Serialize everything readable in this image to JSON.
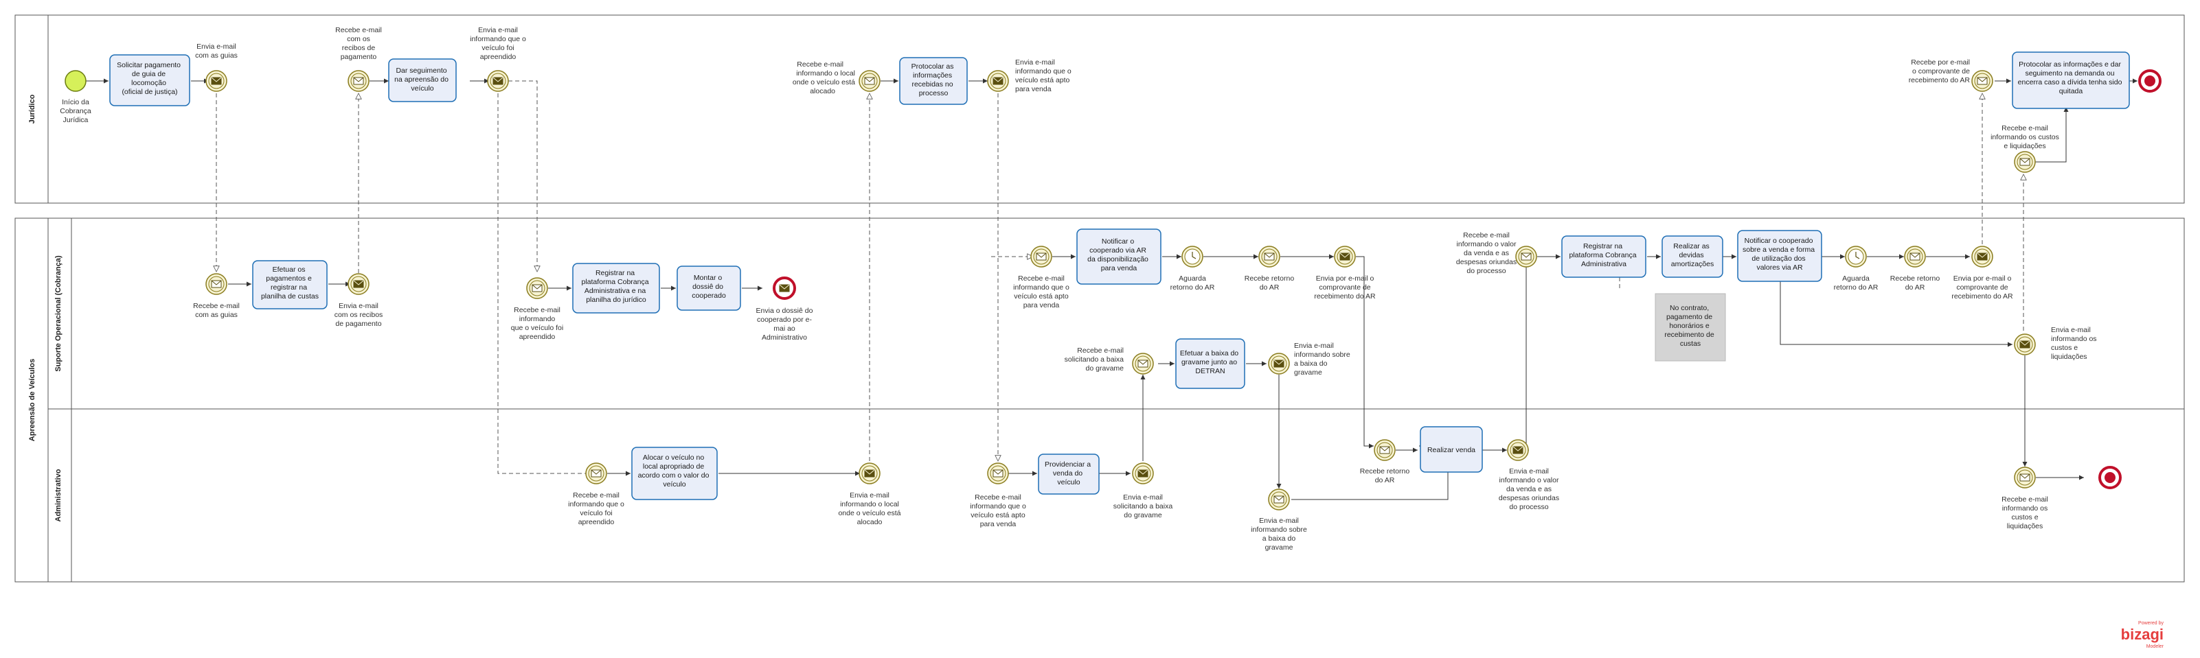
{
  "pool_juridico": {
    "title": "Jurídico"
  },
  "pool_apreensao": {
    "title": "Apreensão de Veículos"
  },
  "lane_suporte": {
    "title": "Suporte Operacional (Cobrança)"
  },
  "lane_admin": {
    "title": "Administrativo"
  },
  "tasks": {
    "t_solicitar": [
      "Solicitar pagamento",
      "de guia de",
      "locomoção",
      "(oficial de justiça)"
    ],
    "t_dar_seguimento": [
      "Dar seguimento",
      "na apreensão do",
      "veículo"
    ],
    "t_protocolar": [
      "Protocolar as",
      "informações",
      "recebidas no",
      "processo"
    ],
    "t_protocolar_final": [
      "Protocolar as informações e dar",
      "seguimento na demanda ou",
      "encerra caso a dívida tenha sido",
      "quitada"
    ],
    "t_efetuar_pag": [
      "Efetuar os",
      "pagamentos e",
      "registrar na",
      "planilha de custas"
    ],
    "t_registrar_plat": [
      "Registrar na",
      "plataforma Cobrança",
      "Administrativa e na",
      "planilha do jurídico"
    ],
    "t_montar": [
      "Montar o",
      "dossiê do",
      "cooperado"
    ],
    "t_notificar_ar": [
      "Notificar o",
      "cooperado via AR",
      "da disponibilização",
      "para venda"
    ],
    "t_baixa_gravame": [
      "Efetuar a baixa do",
      "gravame junto ao",
      "DETRAN"
    ],
    "t_registrar_plat2": [
      "Registrar na",
      "plataforma Cobrança",
      "Administrativa"
    ],
    "t_realizar_amort": [
      "Realizar as",
      "devidas",
      "amortizações"
    ],
    "t_notificar_venda": [
      "Notificar o cooperado",
      "sobre a venda e forma",
      "de utilização dos",
      "valores via AR"
    ],
    "t_alocar": [
      "Alocar o veículo no",
      "local apropriado de",
      "acordo com o valor do",
      "veículo"
    ],
    "t_providenciar": [
      "Providenciar a",
      "venda do",
      "veículo"
    ],
    "t_realizar_venda": [
      "Realizar venda"
    ]
  },
  "note": [
    "No contrato,",
    "pagamento de",
    "honorários e",
    "recebimento de",
    "custas"
  ],
  "labels": {
    "l_inicio": [
      "Início da",
      "Cobrança",
      "Jurídica"
    ],
    "l_envia_guias": [
      "Envia e-mail",
      "com as guias"
    ],
    "l_recebe_recibos": [
      "Recebe e-mail",
      "com os",
      "recibos de",
      "pagamento"
    ],
    "l_envia_foi_apreendido": [
      "Envia e-mail",
      "informando que o",
      "veículo foi",
      "apreendido"
    ],
    "l_recebe_local": [
      "Recebe e-mail",
      "informando o local",
      "onde o veículo está",
      "alocado"
    ],
    "l_envia_apto": [
      "Envia e-mail",
      "informando que o",
      "veículo está apto",
      "para venda"
    ],
    "l_recebe_comprovante": [
      "Recebe por e-mail",
      "o comprovante de",
      "recebimento do AR"
    ],
    "l_recebe_custos_top": [
      "Recebe e-mail",
      "informando os custos",
      "e liquidações"
    ],
    "l_recebe_guias": [
      "Recebe e-mail",
      "com as guias"
    ],
    "l_envia_recibos": [
      "Envia e-mail",
      "com os recibos",
      "de pagamento"
    ],
    "l_recebe_apreendido_s": [
      "Recebe e-mail",
      "informando",
      "que o veículo foi",
      "apreendido"
    ],
    "l_envia_dossie": [
      "Envia o dossiê do",
      "cooperado por e-",
      "mai ao",
      "Administrativo"
    ],
    "l_recebe_apto_s": [
      "Recebe e-mail",
      "informando que o",
      "veículo está apto",
      "para venda"
    ],
    "l_aguarda_ar1": [
      "Aguarda",
      "retorno do AR"
    ],
    "l_recebe_ar1": [
      "Recebe retorno",
      "do AR"
    ],
    "l_envia_comprovante1": [
      "Envia por e-mail o",
      "comprovante de",
      "recebimento do AR"
    ],
    "l_recebe_baixa_s": [
      "Recebe e-mail",
      "solicitando a baixa",
      "do gravame"
    ],
    "l_envia_baixa_s": [
      "Envia e-mail",
      "informando sobre",
      "a baixa do",
      "gravame"
    ],
    "l_recebe_valor_venda": [
      "Recebe e-mail",
      "informando o valor",
      "da venda e as",
      "despesas oriundas",
      "do processo"
    ],
    "l_aguarda_ar2": [
      "Aguarda",
      "retorno do AR"
    ],
    "l_recebe_ar2": [
      "Recebe retorno",
      "do AR"
    ],
    "l_envia_comprovante2": [
      "Envia por e-mail o",
      "comprovante de",
      "recebimento do AR"
    ],
    "l_envia_custos": [
      "Envia e-mail",
      "informando os",
      "custos e",
      "liquidações"
    ],
    "l_recebe_apreendido_a": [
      "Recebe e-mail",
      "informando que o",
      "veículo foi",
      "apreendido"
    ],
    "l_envia_local": [
      "Envia e-mail",
      "informando o local",
      "onde o veículo está",
      "alocado"
    ],
    "l_recebe_apto_a": [
      "Recebe e-mail",
      "informando que o",
      "veículo está apto",
      "para venda"
    ],
    "l_envia_baixa_a": [
      "Envia e-mail",
      "solicitando a baixa",
      "do gravame"
    ],
    "l_recebe_baixa_a": [
      "Envia e-mail",
      "informando sobre",
      "a baixa do",
      "gravame"
    ],
    "l_recebe_retorno_ar_a": [
      "Recebe retorno",
      "do AR"
    ],
    "l_envia_valor_venda": [
      "Envia e-mail",
      "informando o valor",
      "da venda e as",
      "despesas oriundas",
      "do processo"
    ],
    "l_recebe_custos_a": [
      "Recebe e-mail",
      "informando os",
      "custos e",
      "liquidações"
    ]
  },
  "brand": {
    "powered_by": "Powered by",
    "name": "bizagi",
    "sub": "Modeler"
  },
  "colors": {
    "task_fill": "#e9eef9",
    "task_stroke": "#1f6fb5",
    "event_stroke": "#8a7c1e",
    "event_fill": "#f7f3d2",
    "start_fill": "#d6f05a",
    "end_stroke": "#c0102a",
    "note_fill": "#d4d4d4"
  }
}
